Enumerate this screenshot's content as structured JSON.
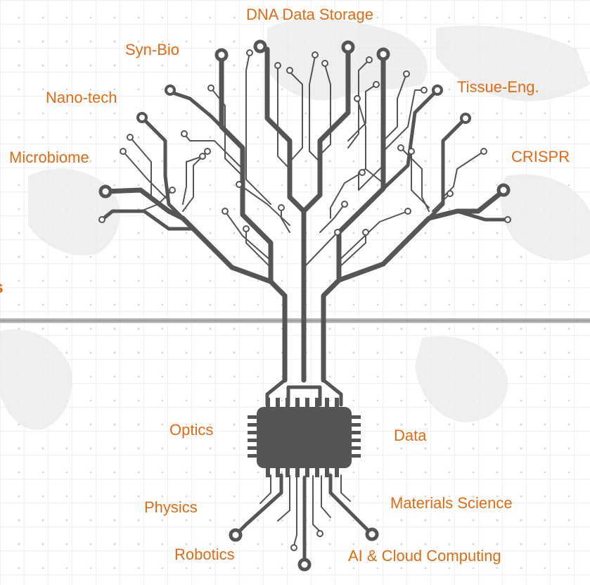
{
  "title": "DNA Data Storage",
  "clipped_text": "es",
  "branch_labels": {
    "syn_bio": "Syn-Bio",
    "nano_tech": "Nano-tech",
    "tissue_eng": "Tissue-Eng.",
    "microbiome": "Microbiome",
    "crispr": "CRISPR"
  },
  "root_labels": {
    "optics": "Optics",
    "data": "Data",
    "physics": "Physics",
    "materials_science": "Materials Science",
    "robotics": "Robotics",
    "ai_cloud": "AI & Cloud Computing"
  },
  "colors": {
    "label": "#e86a10",
    "circuit": "#555555",
    "grid": "#d6d6d6"
  }
}
